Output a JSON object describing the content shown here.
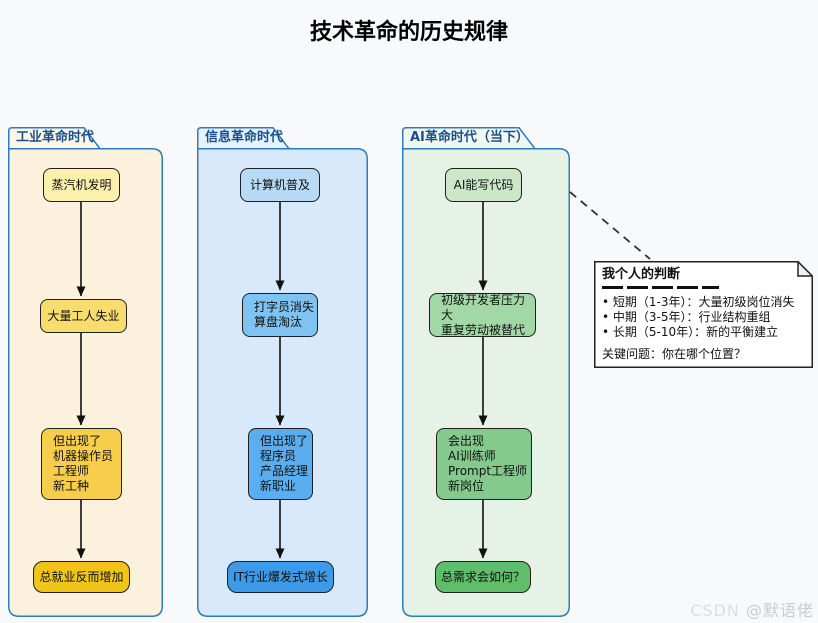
{
  "title": "技术革命的历史规律",
  "columns": [
    {
      "tab": "工业革命时代",
      "boxes": [
        "蒸汽机发明",
        "大量工人失业",
        "但出现了\n机器操作员\n工程师\n新工种",
        "总就业反而增加"
      ],
      "colors": {
        "container": "#FBF1DC",
        "tab": "#FDF7E9",
        "border": "#2E7BBF",
        "nodes": [
          "#FCF1AC",
          "#F8DC6E",
          "#F6CE4B",
          "#F0C419"
        ]
      }
    },
    {
      "tab": "信息革命时代",
      "boxes": [
        "计算机普及",
        "打字员消失\n算盘淘汰",
        "但出现了\n程序员\n产品经理\n新职业",
        "IT行业爆发式增长"
      ],
      "colors": {
        "container": "#D7E9FA",
        "tab": "#E7F3FC",
        "border": "#2E7BBF",
        "nodes": [
          "#B7DBF4",
          "#7EC3F2",
          "#5AAEEF",
          "#3D9AE8"
        ]
      }
    },
    {
      "tab": "AI革命时代（当下）",
      "boxes": [
        "AI能写代码",
        "初级开发者压力大\n重复劳动被替代",
        "会出现\nAI训练师\nPrompt工程师\n新岗位",
        "总需求会如何？"
      ],
      "colors": {
        "container": "#E7F2E7",
        "tab": "#F1F8F0",
        "border": "#2E7BBF",
        "nodes": [
          "#CBE7C8",
          "#A2D8A5",
          "#84CA8C",
          "#60BE6B"
        ]
      }
    }
  ],
  "note": {
    "title": "我个人的判断",
    "bullets": [
      "• 短期（1-3年）：大量初级岗位消失",
      "• 中期（3-5年）：行业结构重组",
      "• 长期（5-10年）：新的平衡建立"
    ],
    "question": "关键问题：你在哪个位置？"
  },
  "watermark": {
    "brand": "CSDN ",
    "author": "@默语佬"
  }
}
